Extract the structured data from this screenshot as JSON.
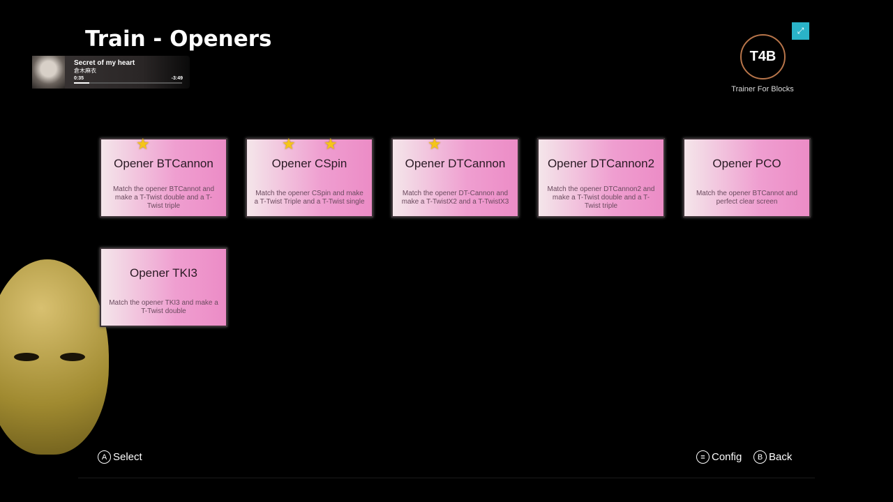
{
  "title": "Train - Openers",
  "player": {
    "song": "Secret of my heart",
    "artist": "倉木麻衣",
    "elapsed": "0:35",
    "remaining": "-3:49",
    "progress": 0.14
  },
  "logo": {
    "text": "T4B",
    "label": "Trainer For Blocks"
  },
  "cards": [
    {
      "title": "Opener BTCannon",
      "desc": "Match the opener BTCannot and make a T-Twist double and a T-Twist triple",
      "stars": 1
    },
    {
      "title": "Opener CSpin",
      "desc": "Match the opener CSpin and make a T-Twist Triple and a T-Twist single",
      "stars": 2
    },
    {
      "title": "Opener DTCannon",
      "desc": "Match the opener DT-Cannon and make a T-TwistX2 and a T-TwistX3",
      "stars": 1
    },
    {
      "title": "Opener DTCannon2",
      "desc": "Match the opener DTCannon2 and make a T-Twist double and a T-Twist triple",
      "stars": 0
    },
    {
      "title": "Opener PCO",
      "desc": "Match the opener BTCannot and perfect clear screen",
      "stars": 0
    },
    {
      "title": "Opener TKI3",
      "desc": "Match the opener TKI3 and make a T-Twist double",
      "stars": 0
    }
  ],
  "hints": {
    "select_key": "A",
    "select": "Select",
    "config_key": "≡",
    "config": "Config",
    "back_key": "B",
    "back": "Back"
  }
}
